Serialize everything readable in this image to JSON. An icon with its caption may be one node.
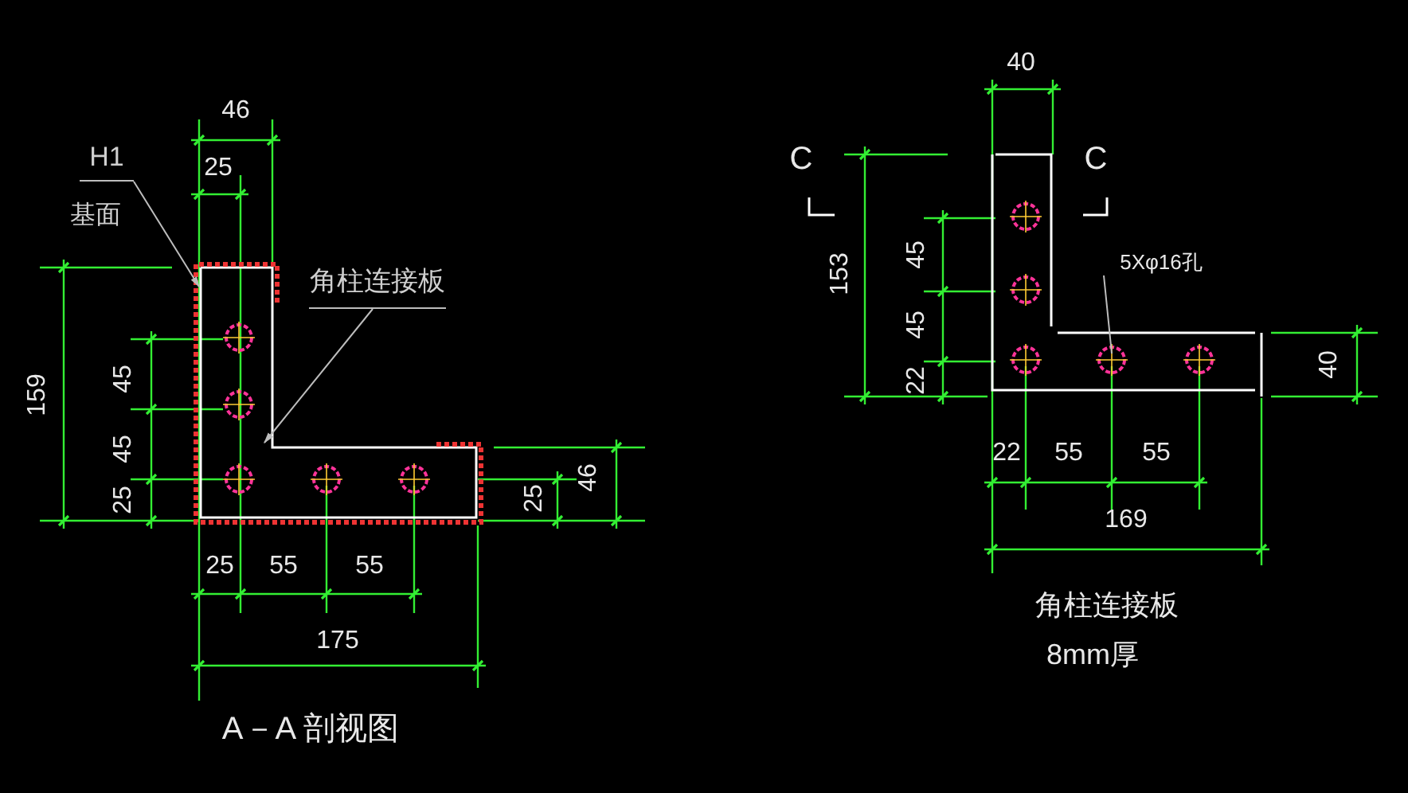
{
  "diagram": {
    "nodes": [
      {
        "text": [
          "H1"
        ],
        "beside": [
          "基面"
        ]
      },
      {
        "text": [],
        "shape": "picture"
      },
      {
        "text": [
          "角柱连接板"
        ]
      },
      {
        "text": [
          "5Xφ16孔"
        ],
        "in": 4
      },
      {
        "text": [],
        "shape": "picture"
      }
    ],
    "edges": [
      {
        "from": 0,
        "to": 1,
        "arrow": "to",
        "color": "#bdbdbd"
      },
      {
        "from": 2,
        "to": 1,
        "arrow": "to",
        "color": "#bdbdbd"
      },
      {
        "from": 3,
        "to": 4,
        "arrow": "none",
        "color": "#bdbdbd"
      }
    ],
    "labels": [
      "40",
      "46",
      "25",
      "C",
      "C",
      "153",
      "45",
      "159",
      "45",
      "45",
      "22",
      "40",
      "45",
      "22",
      "55",
      "55",
      "25",
      "25",
      "46",
      "169",
      "25",
      "55",
      "55",
      "175",
      "角柱连接板",
      "8mm厚",
      "A－A 剖视图"
    ]
  }
}
